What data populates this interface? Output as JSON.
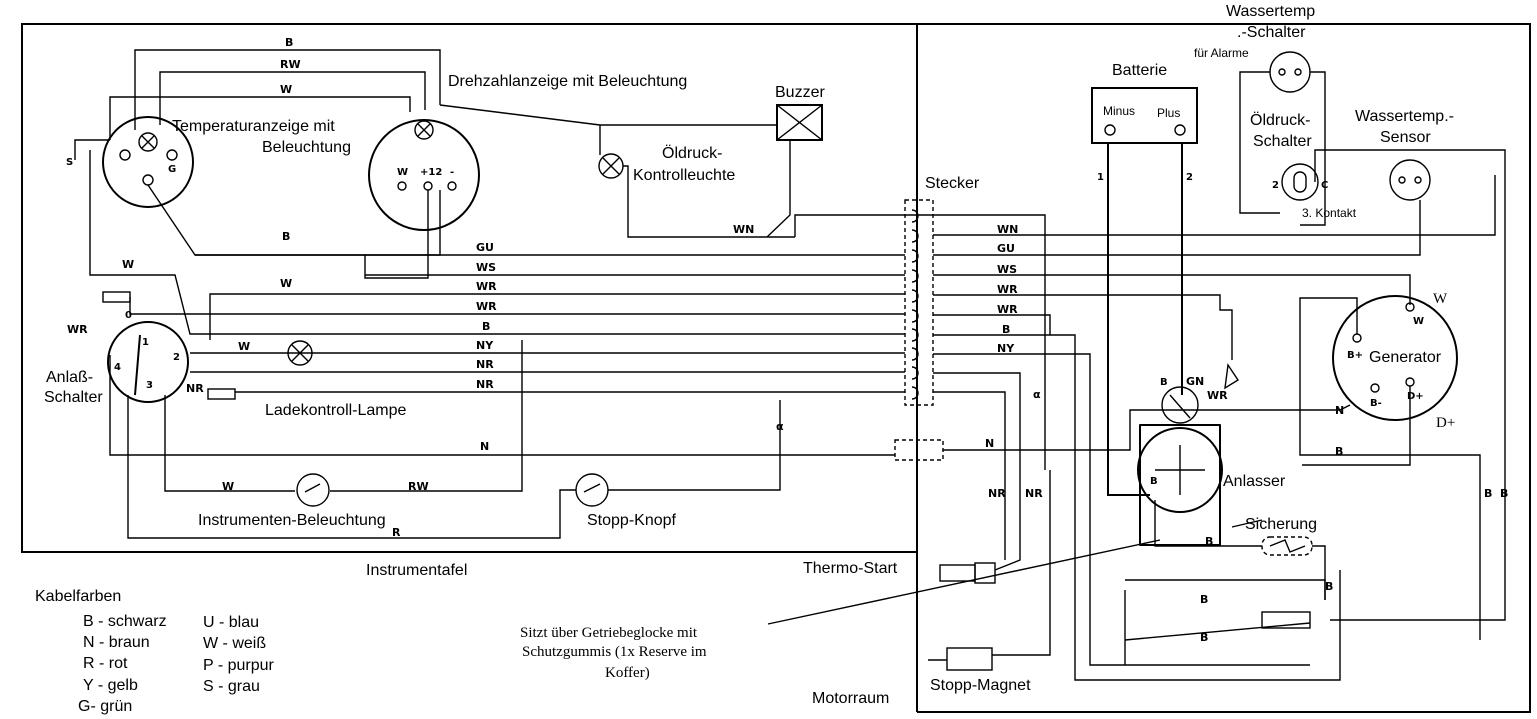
{
  "labels": {
    "wassertemp_schalter_1": "Wassertemp",
    "wassertemp_schalter_2": ".-Schalter",
    "fuer_alarme": "für Alarme",
    "batterie": "Batterie",
    "minus": "Minus",
    "plus": "Plus",
    "oeldruck_schalter_1": "Öldruck-",
    "oeldruck_schalter_2": "Schalter",
    "wassertemp_sensor_1": "Wassertemp.-",
    "wassertemp_sensor_2": "Sensor",
    "drei_kontakt": "3. Kontakt",
    "drehzahlanzeige": "Drehzahlanzeige mit Beleuchtung",
    "buzzer": "Buzzer",
    "temperatur_1": "Temperaturanzeige mit",
    "temperatur_2": "Beleuchtung",
    "oeldruck_kontroll_1": "Öldruck-",
    "oeldruck_kontroll_2": "Kontrolleuchte",
    "stecker": "Stecker",
    "generator": "Generator",
    "anlass_1": "Anlaß-",
    "anlass_2": "Schalter",
    "ladekontroll": "Ladekontroll-Lampe",
    "anlasser": "Anlasser",
    "sicherung": "Sicherung",
    "instrumenten_beleuchtung": "Instrumenten-Beleuchtung",
    "stopp_knopf": "Stopp-Knopf",
    "instrumententafel": "Instrumentafel",
    "thermo_start": "Thermo-Start",
    "stopp_magnet": "Stopp-Magnet",
    "motorraum": "Motorraum",
    "note_1": "Sitzt über Getriebeglocke mit",
    "note_2": "Schutzgummis (1x Reserve im",
    "note_3": "Koffer)",
    "gen_w": "W",
    "gen_dplus": "D+"
  },
  "wires": {
    "b_top": "B",
    "rw_top": "RW",
    "w_top": "W",
    "b_mid": "B",
    "gu": "GU",
    "ws": "WS",
    "wr1": "WR",
    "wr2": "WR",
    "b_bus": "B",
    "ny": "NY",
    "nr1": "NR",
    "nr2": "NR",
    "n_bus": "N",
    "w_left": "W",
    "w_left2": "W",
    "wr_left": "WR",
    "w_lamp": "W",
    "nr_lamp": "NR",
    "w_inst": "W",
    "rw_inst": "RW",
    "r_bottom": "R",
    "wn": "WN",
    "r_wn": "WN",
    "r_gu": "GU",
    "r_ws": "WS",
    "r_wr1": "WR",
    "r_wr2": "WR",
    "r_b": "B",
    "r_ny": "NY",
    "r_n": "N",
    "r_nr1": "NR",
    "r_nr2": "NR",
    "bat1": "1",
    "bat2": "2",
    "gen_b": "B",
    "b_right1": "B",
    "b_right2": "B",
    "b_s1": "B",
    "b_s2": "B",
    "b_s3": "B",
    "b_s4": "B",
    "n_gen": "N",
    "gn": "GN",
    "wr_anl": "WR",
    "b_anl": "B",
    "b_anl2": "B",
    "a_small": "α",
    "a_small2": "α"
  },
  "pins": {
    "t_s": "S",
    "t_g": "G",
    "d_w": "W",
    "d_12": "+12",
    "d_minus": "-",
    "s_1": "1",
    "s_2": "2",
    "s_3": "3",
    "s_4": "4",
    "s_0": "0",
    "g_w": "W",
    "g_b": "B+",
    "g_d": "D+",
    "g_b2": "B-",
    "o_2": "2",
    "o_c": "C"
  },
  "legend": {
    "title": "Kabelfarben",
    "left": [
      "B - schwarz",
      "N - braun",
      "R - rot",
      "Y - gelb",
      "G- grün"
    ],
    "right": [
      "U - blau",
      "W - weiß",
      "P - purpur",
      "S - grau"
    ]
  }
}
